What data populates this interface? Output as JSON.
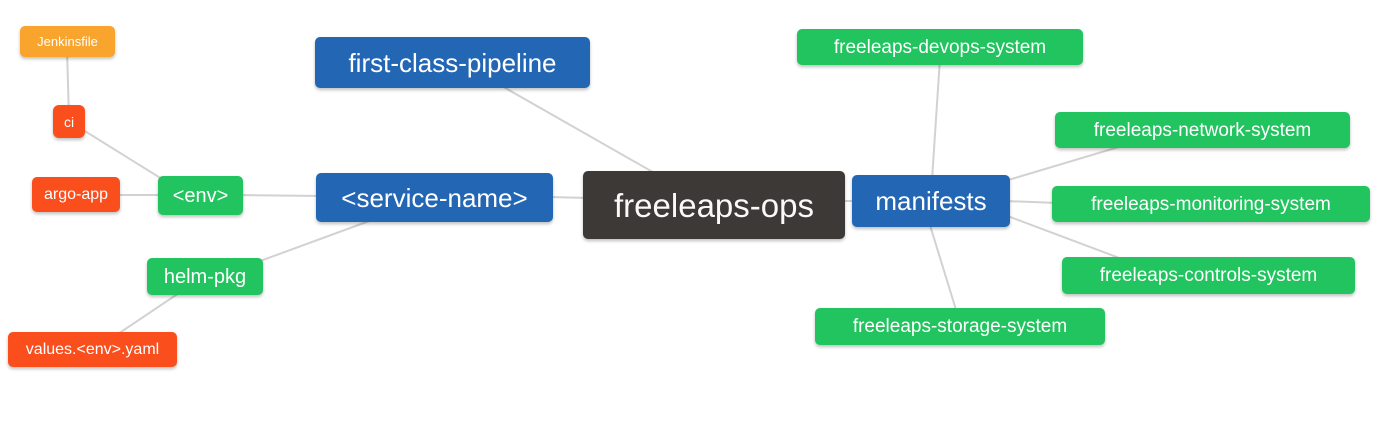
{
  "diagram": {
    "root_label": "freeleaps-ops",
    "colors": {
      "root_bg": "#3c3936",
      "branch_blue": "#2366b4",
      "leaf_green": "#21c45e",
      "leaf_red": "#fa4e1d",
      "leaf_orange": "#f9a42c",
      "edge_line": "#d2d2d2",
      "text": "#ffffff",
      "background": "#ffffff"
    },
    "nodes": {
      "jenkinsfile": {
        "label": "Jenkinsfile",
        "color": "orange"
      },
      "ci": {
        "label": "ci",
        "color": "red"
      },
      "argo_app": {
        "label": "argo-app",
        "color": "red"
      },
      "env": {
        "label": "<env>",
        "color": "green"
      },
      "helm_pkg": {
        "label": "helm-pkg",
        "color": "green"
      },
      "values_env_yaml": {
        "label": "values.<env>.yaml",
        "color": "red"
      },
      "first_class_pipeline": {
        "label": "first-class-pipeline",
        "color": "blue"
      },
      "service_name": {
        "label": "<service-name>",
        "color": "blue"
      },
      "freeleaps_ops": {
        "label": "freeleaps-ops",
        "color": "dark"
      },
      "manifests": {
        "label": "manifests",
        "color": "blue"
      },
      "devops_system": {
        "label": "freeleaps-devops-system",
        "color": "green"
      },
      "network_system": {
        "label": "freeleaps-network-system",
        "color": "green"
      },
      "monitoring_system": {
        "label": "freeleaps-monitoring-system",
        "color": "green"
      },
      "controls_system": {
        "label": "freeleaps-controls-system",
        "color": "green"
      },
      "storage_system": {
        "label": "freeleaps-storage-system",
        "color": "green"
      }
    },
    "edges": [
      {
        "from": "jenkinsfile",
        "to": "ci"
      },
      {
        "from": "ci",
        "to": "env"
      },
      {
        "from": "argo_app",
        "to": "env"
      },
      {
        "from": "env",
        "to": "service_name"
      },
      {
        "from": "helm_pkg",
        "to": "service_name"
      },
      {
        "from": "values_env_yaml",
        "to": "helm_pkg"
      },
      {
        "from": "first_class_pipeline",
        "to": "freeleaps_ops"
      },
      {
        "from": "service_name",
        "to": "freeleaps_ops"
      },
      {
        "from": "freeleaps_ops",
        "to": "manifests"
      },
      {
        "from": "manifests",
        "to": "devops_system"
      },
      {
        "from": "manifests",
        "to": "network_system"
      },
      {
        "from": "manifests",
        "to": "monitoring_system"
      },
      {
        "from": "manifests",
        "to": "controls_system"
      },
      {
        "from": "manifests",
        "to": "storage_system"
      }
    ]
  }
}
